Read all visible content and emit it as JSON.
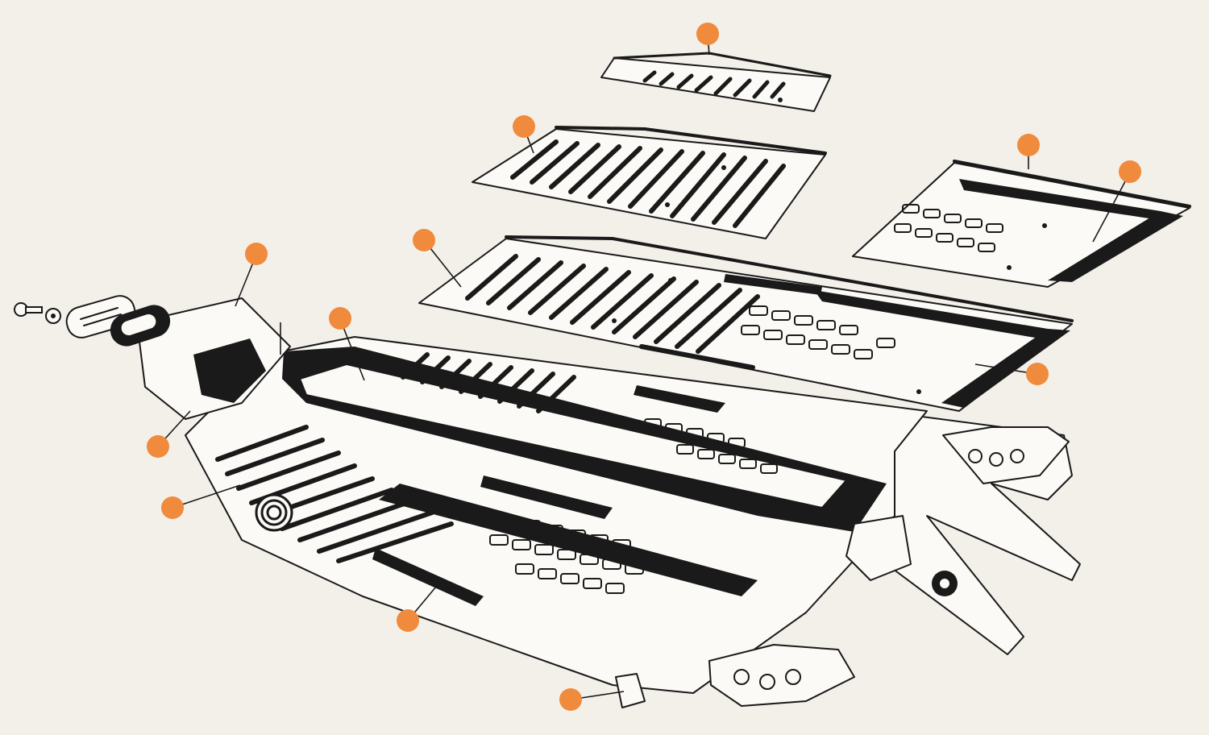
{
  "diagram": {
    "callout_color": "#f08a3c",
    "background_color": "#f3efe9",
    "callouts": [
      {
        "id": "rear-seat-pan",
        "icon": "callout-dot"
      },
      {
        "id": "rear-floor-panel",
        "icon": "callout-dot"
      },
      {
        "id": "right-front-floor-panel",
        "icon": "callout-dot"
      },
      {
        "id": "right-front-flange",
        "icon": "callout-dot"
      },
      {
        "id": "right-full-floor-half",
        "icon": "callout-dot"
      },
      {
        "id": "right-rear-flange",
        "icon": "callout-dot"
      },
      {
        "id": "tunnel-rear-mount",
        "icon": "callout-dot"
      },
      {
        "id": "central-tunnel",
        "icon": "callout-dot"
      },
      {
        "id": "rear-mount-bracket",
        "icon": "callout-dot"
      },
      {
        "id": "floor-seal-roll",
        "icon": "callout-dot"
      },
      {
        "id": "left-heater-channel",
        "icon": "callout-dot"
      },
      {
        "id": "front-jack-point",
        "icon": "callout-dot"
      }
    ]
  }
}
